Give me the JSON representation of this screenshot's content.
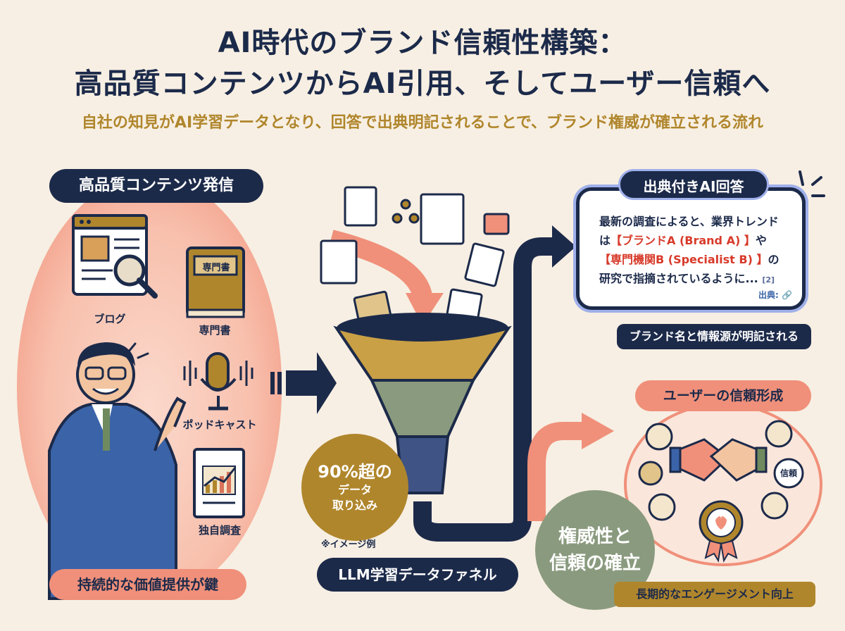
{
  "title": {
    "line1": "AI時代のブランド信頼性構築：",
    "line2": "高品質コンテンツからAI引用、そしてユーザー信頼へ",
    "subtitle": "自社の知見がAI学習データとなり、回答で出典明記されることで、ブランド権威が確立される流れ"
  },
  "left": {
    "header": "高品質コンテンツ発信",
    "items": {
      "blog": "ブログ",
      "book": "専門書",
      "book_cover": "専門書",
      "podcast": "ポッドキャスト",
      "research": "独自調査"
    },
    "footer": "持続的な価値提供が鍵"
  },
  "center": {
    "stat_line1": "90%超の",
    "stat_line2": "データ",
    "stat_line3": "取り込み",
    "note": "※イメージ例",
    "footer": "LLM学習データファネル"
  },
  "answer": {
    "header": "出典付きAI回答",
    "line1": "最新の調査によると、業界トレンド",
    "line2_prefix": "は",
    "line2_brand": "【ブランドA (Brand A) 】",
    "line2_suffix": "や",
    "line3_brand": "【専門機関B (Specialist B) 】",
    "line3_suffix": "の",
    "line4": "研究で指摘されているように...",
    "cite": "[2]",
    "source_label": "出典:",
    "caption": "ブランド名と情報源が明記される"
  },
  "trust": {
    "header": "ユーザーの信頼形成",
    "badge": "信頼",
    "authority_line1": "権威性と",
    "authority_line2": "信頼の確立",
    "caption": "長期的なエンゲージメント向上"
  },
  "colors": {
    "navy": "#1c2a4a",
    "salmon": "#f0907a",
    "gold": "#b0862c",
    "sage": "#8a9a7e",
    "cream": "#f7efe3"
  }
}
